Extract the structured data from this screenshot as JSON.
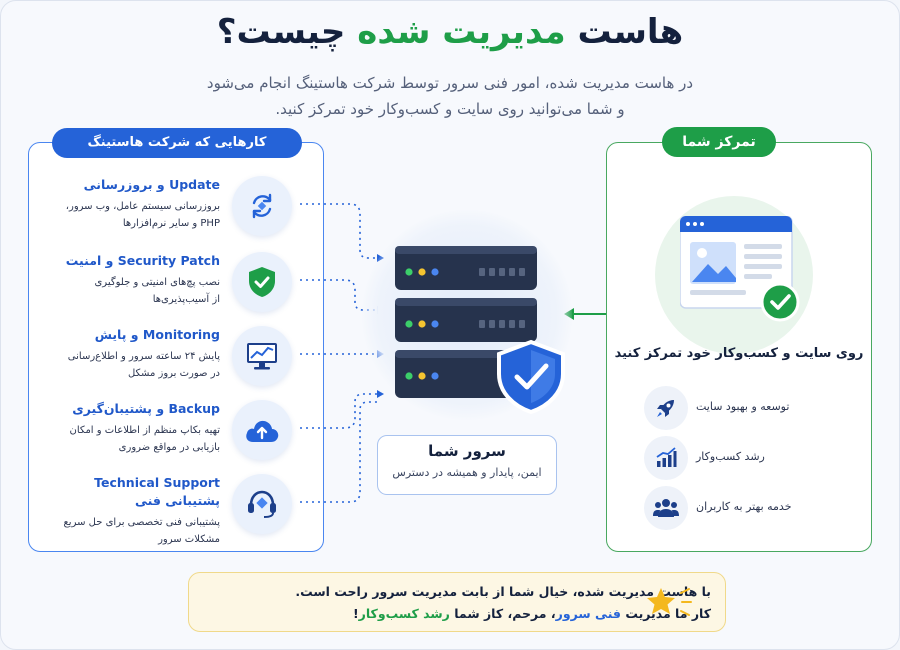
{
  "header": {
    "title_part1": "هاست",
    "title_highlight": "مدیریت شده",
    "title_part2": "چیست؟",
    "subtitle_line1": "در هاست مدیریت شده، امور فنی سرور توسط شرکت هاستینگ انجام می‌شود",
    "subtitle_line2": "و شما می‌توانید روی سایت و کسب‌وکار خود تمرکز کنید."
  },
  "left_panel": {
    "pill": "کارهایی که شرکت هاستینگ انجام‌می‌دهد",
    "services": [
      {
        "title": "Update و بروزرسانی",
        "desc_line1": "بروزرسانی سیستم عامل، وب سرور،",
        "desc_line2": "PHP و سایر نرم‌افزارها",
        "icon": "refresh-icon"
      },
      {
        "title": "Security Patch و امنیت",
        "desc_line1": "نصب پچ‌های امنیتی و جلوگیری",
        "desc_line2": "از آسیب‌پذیری‌ها",
        "icon": "shield-check-icon"
      },
      {
        "title": "Monitoring و پایش",
        "desc_line1": "پایش ۲۴ ساعته سرور و اطلاع‌رسانی",
        "desc_line2": "در صورت بروز مشکل",
        "icon": "monitor-chart-icon"
      },
      {
        "title": "Backup و پشتیبان‌گیری",
        "desc_line1": "تهیه بکاپ منظم از اطلاعات و امکان",
        "desc_line2": "بازیابی در مواقع ضروری",
        "icon": "cloud-upload-icon"
      },
      {
        "title": "Technical Support پشتیبانی فنی",
        "desc_line1": "پشتیبانی فنی تخصصی برای حل سریع",
        "desc_line2": "مشکلات سرور",
        "icon": "headset-icon"
      }
    ]
  },
  "center": {
    "server_title": "سرور شما",
    "server_desc": "ایمن، پایدار و همیشه در دسترس",
    "icon": "server-shield-icon"
  },
  "right_panel": {
    "pill": "تمرکز شما",
    "focus_title": "روی سایت و کسب‌وکار خود تمرکز کنید",
    "focus_icon": "website-check-icon",
    "benefits": [
      {
        "label": "توسعه و بهبود سایت",
        "icon": "rocket-icon"
      },
      {
        "label": "رشد کسب‌وکار",
        "icon": "growth-chart-icon"
      },
      {
        "label": "خدمه بهتر به کاربران",
        "icon": "users-icon"
      }
    ]
  },
  "note": {
    "line1": "با هاست مدیریت شده، خیال شما از بابت مدیریت سرور راحت است.",
    "line2_a": "کار ما مدیریت ",
    "line2_b": "فنی سرور",
    "line2_c": "، مرحم، کاز شما ",
    "line2_d": "رشد کسب‌وکار",
    "line2_e": "!",
    "icon": "star-icon"
  },
  "colors": {
    "blue": "#2563d8",
    "green": "#1e9e48",
    "navy": "#14213d",
    "note_bg": "#fdf7e4"
  }
}
